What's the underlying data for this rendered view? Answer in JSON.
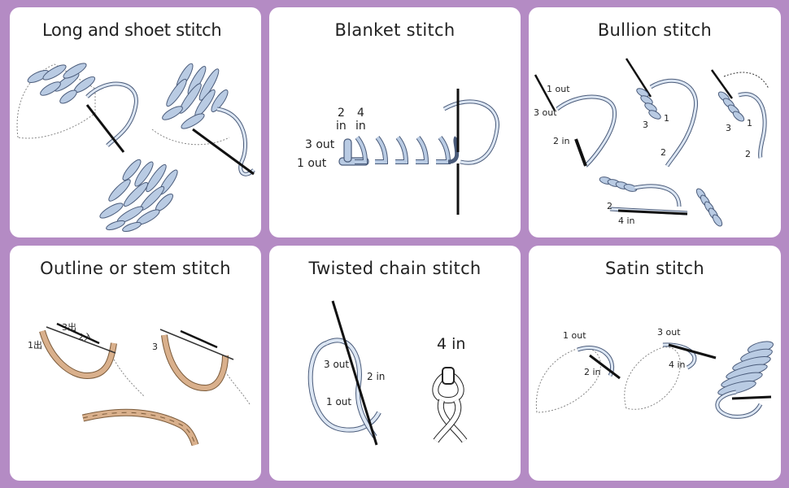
{
  "panels": [
    {
      "title": "Long and shoet stitch"
    },
    {
      "title": "Blanket  stitch",
      "labels": {
        "in2": "2",
        "in2b": "in",
        "in4": "4",
        "in4b": "in",
        "out3": "3 out",
        "out1": "1 out"
      }
    },
    {
      "title": "Bullion stitch",
      "labels": {
        "out1": "1 out",
        "out3": "3 out",
        "in2": "2 in",
        "n3a": "3",
        "n1a": "1",
        "n2a": "2",
        "n3b": "3",
        "n1b": "1",
        "n2b": "2",
        "n2c": "2",
        "in4": "4 in"
      }
    },
    {
      "title": "Outline or stem stitch",
      "labels": {
        "c1": "1出",
        "c3": "3出",
        "c2": "2入",
        "c3b": "3"
      }
    },
    {
      "title": "Twisted chain stitch",
      "labels": {
        "out3": "3 out",
        "in2": "2 in",
        "out1": "1 out",
        "in4": "4 in"
      }
    },
    {
      "title": "Satin stitch",
      "labels": {
        "out1": "1 out",
        "in2": "2 in",
        "out3": "3 out",
        "in4": "4 in"
      }
    }
  ],
  "colors": {
    "background": "#b48bc4",
    "panel": "#ffffff",
    "thread_blue": "#b9cbe3",
    "thread_tan": "#d9b08c"
  }
}
